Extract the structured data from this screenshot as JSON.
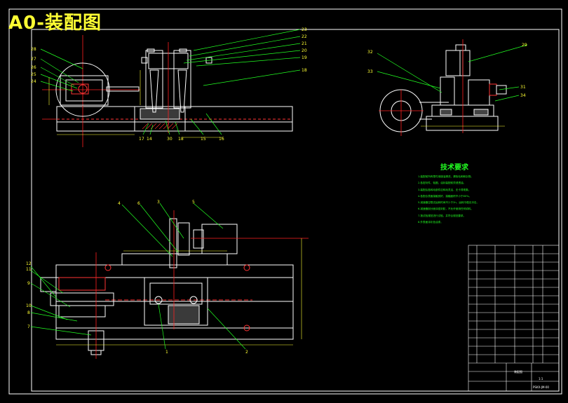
{
  "title": "A0-装配图",
  "colors": {
    "background": "#000000",
    "frame": "#ffffff",
    "part_lines": "#ffffff",
    "leader_lines": "#22ff22",
    "centerlines": "#ff2020",
    "labels": "#ffff33",
    "dimensions": "#ffff33",
    "hidden_lines": "#ff3333",
    "notes": "#22ff22"
  },
  "top_view_callouts": {
    "left": [
      "28",
      "27",
      "26",
      "25",
      "24"
    ],
    "right_top": [
      "23",
      "22",
      "21",
      "20",
      "19",
      "18"
    ],
    "bottom": [
      "17",
      "14",
      "30",
      "18",
      "15",
      "16"
    ]
  },
  "side_view_callouts": {
    "left": [
      "32",
      "33"
    ],
    "right": [
      "29",
      "31",
      "34"
    ]
  },
  "front_view_callouts": {
    "top": [
      "4",
      "6",
      "3",
      "5"
    ],
    "left": [
      "12",
      "11",
      "9",
      "10",
      "8",
      "7"
    ],
    "bottom": [
      "1",
      "2"
    ]
  },
  "technical_requirements": {
    "title": "技术要求",
    "notes": [
      "1.装配前所有零件用煤油清洗，清除毛刺和杂物。",
      "2.各密封件、毡圈、油封装配前须浸透油。",
      "3.装配后各转动部件应转动灵活，无卡滞现象。",
      "4.各配合表面接触良好，接触面积不小于80%。",
      "5.减速器空载试运转时间不少于2h，运转平稳无冲击。",
      "6.减速器剖分面涂密封胶，不允许使用任何填料。",
      "7.按试验规范进行试验，并符合规范要求。",
      "8.外表面涂灰色油漆。"
    ]
  },
  "title_block": {
    "drawing_name": "装配图",
    "drawing_number": "PSKX-JM-00",
    "scale": "1:1"
  }
}
